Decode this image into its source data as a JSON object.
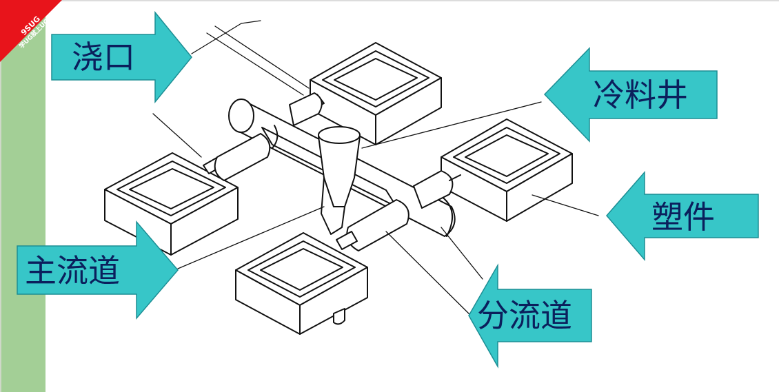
{
  "labels": {
    "gate": "浇口",
    "cold_slug_well": "冷料井",
    "part": "塑件",
    "main_runner": "主流道",
    "branch_runner": "分流道"
  },
  "watermark": {
    "line1": "9SUG",
    "line2": "学UG就上UG网"
  },
  "colors": {
    "arrow_fill": "#37c6c8",
    "arrow_stroke": "#1c8e94",
    "label_text": "#0b1f5c",
    "left_band": "#a3cf96",
    "badge": "#e8141b"
  }
}
